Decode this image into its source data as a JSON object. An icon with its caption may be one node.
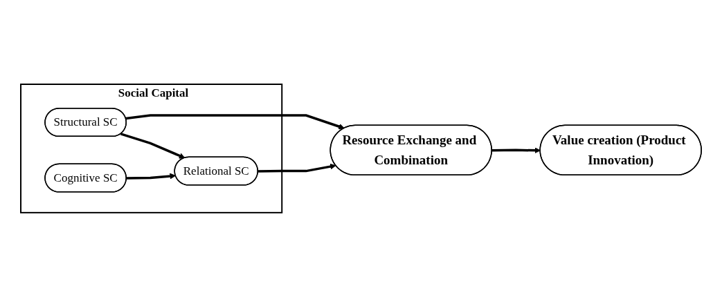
{
  "diagram": {
    "nodes": [
      {
        "text": [
          "Social Capital"
        ]
      },
      {
        "text": [
          "Structural SC"
        ],
        "in": 0
      },
      {
        "text": [
          "Relational SC"
        ],
        "in": 0
      },
      {
        "text": [
          "Cognitive SC"
        ],
        "in": 0
      },
      {
        "text": [
          "Resource Exchange and Combination"
        ]
      },
      {
        "text": [
          "Value creation (Product Innovation)"
        ]
      }
    ],
    "edges": [
      {
        "from": 1,
        "to": 2,
        "arrow": "to"
      },
      {
        "from": 1,
        "to": 4,
        "arrow": "to"
      },
      {
        "from": 2,
        "to": 4,
        "arrow": "to"
      },
      {
        "from": 3,
        "to": 2,
        "arrow": "to"
      },
      {
        "from": 4,
        "to": 5,
        "arrow": "to"
      }
    ]
  }
}
